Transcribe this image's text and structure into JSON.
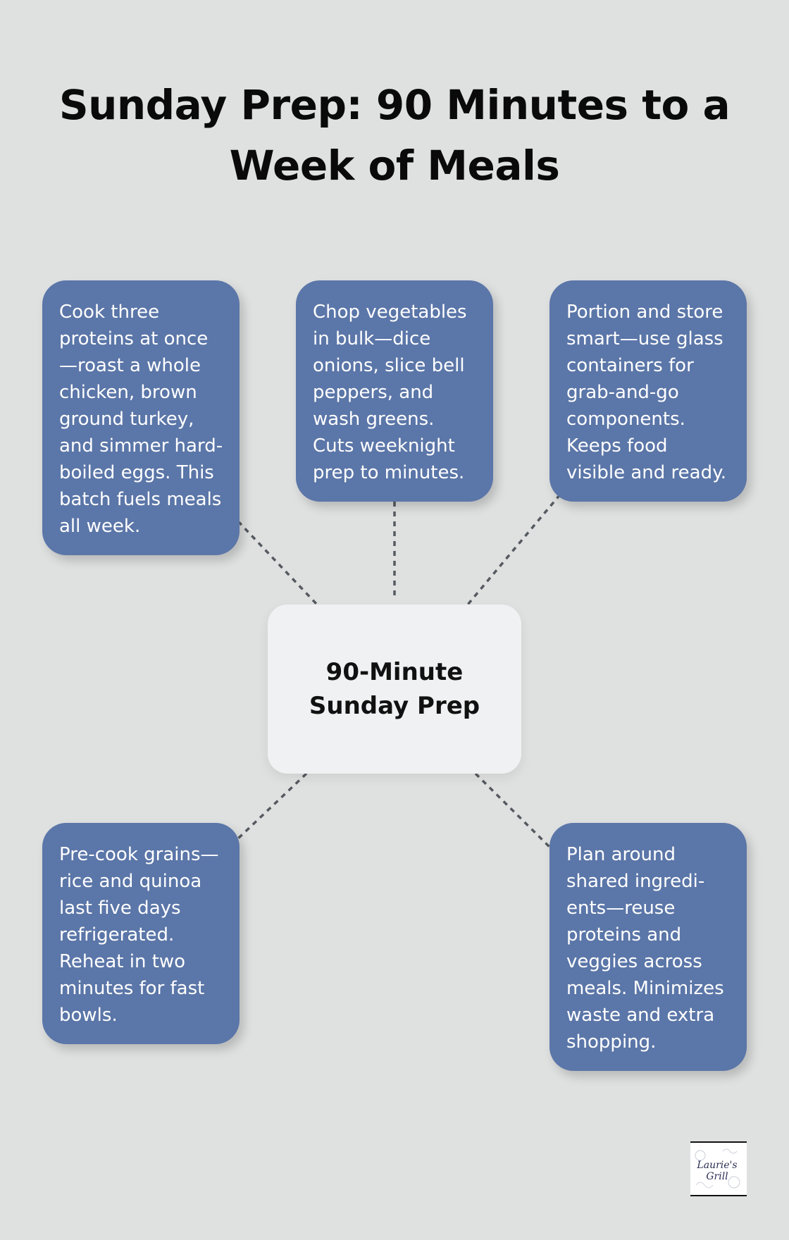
{
  "title": "Sunday Prep: 90 Minutes to a Week of Meals",
  "hub": {
    "label": "90-Minute Sunday Prep"
  },
  "cards": [
    {
      "text": "Cook three proteins at once—roast a whole chicken, brown ground turkey, and simmer hard-boiled eggs. This batch fuels meals all week."
    },
    {
      "text": "Chop vegetables in bulk—dice onions, slice bell peppers, and wash greens. Cuts weeknight prep to minutes."
    },
    {
      "text": "Portion and store smart—use glass containers for grab-and-go components. Keeps food visible and ready."
    },
    {
      "text": "Pre-cook grains—rice and quinoa last five days refrigerated. Reheat in two minutes for fast bowls."
    },
    {
      "text": "Plan around shared ingredi-ents—reuse proteins and veggies across meals. Minimizes waste and extra shopping."
    }
  ],
  "logo": {
    "line1": "Laurie's",
    "line2": "Grill"
  },
  "colors": {
    "background": "#dfe1e1",
    "card": "#5b76a8",
    "hub": "#f0f1f2",
    "connector": "#555a60",
    "title": "#0a0a0a"
  }
}
